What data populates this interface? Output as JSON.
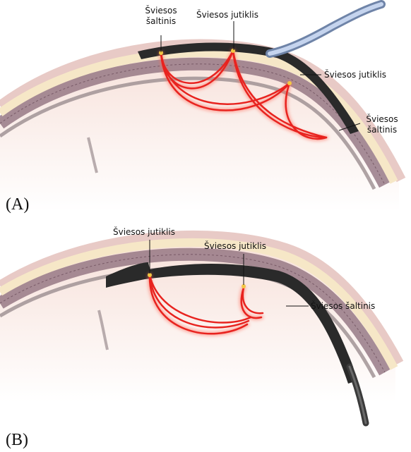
{
  "panel_a": {
    "letter": "(A)",
    "labels": {
      "source_top_line1": "Šviesos",
      "source_top_line2": "šaltinis",
      "sensor_top": "Šviesos jutiklis",
      "sensor_right": "Šviesos jutiklis",
      "source_right_line1": "Šviesos",
      "source_right_line2": "šaltinis"
    }
  },
  "panel_b": {
    "letter": "(B)",
    "labels": {
      "sensor_left": "Šviesos jutiklis",
      "sensor_middle": "Šviesos jutiklis",
      "source_right": "Šviesos šaltinis"
    }
  },
  "colors": {
    "light_path": "#e8231f",
    "light_path_glow": "#ff6a5a",
    "probe_pad": "#2a2a2a",
    "cable": "#9fb4d6",
    "scalp": "#f6e7c7",
    "bone": "#7b5a6a",
    "brain": "#f4d9d2"
  }
}
